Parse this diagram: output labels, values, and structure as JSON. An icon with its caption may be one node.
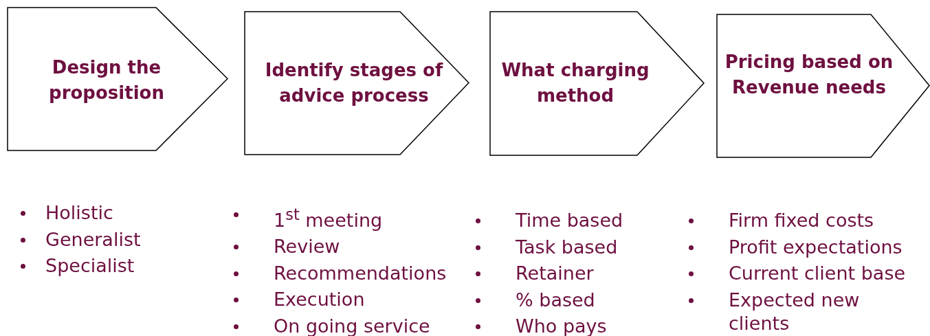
{
  "diagram": {
    "nodes": [
      {
        "text": [
          "Design the proposition"
        ],
        "beside": [
          "Holistic",
          "Generalist",
          "Specialist"
        ]
      },
      {
        "text": [
          "Identify stages of advice process"
        ],
        "beside": [
          "1$^{st}$ meeting",
          "Review",
          "Recommendations",
          "Execution",
          "On going service"
        ]
      },
      {
        "text": [
          "What charging method"
        ],
        "beside": [
          "Time based",
          "Task based",
          "Retainer",
          "% based",
          "Who pays"
        ]
      },
      {
        "text": [
          "Pricing based on Revenue needs"
        ],
        "beside": [
          "Firm fixed costs",
          "Profit expectations",
          "Current client base",
          "Expected new clients"
        ]
      }
    ]
  }
}
